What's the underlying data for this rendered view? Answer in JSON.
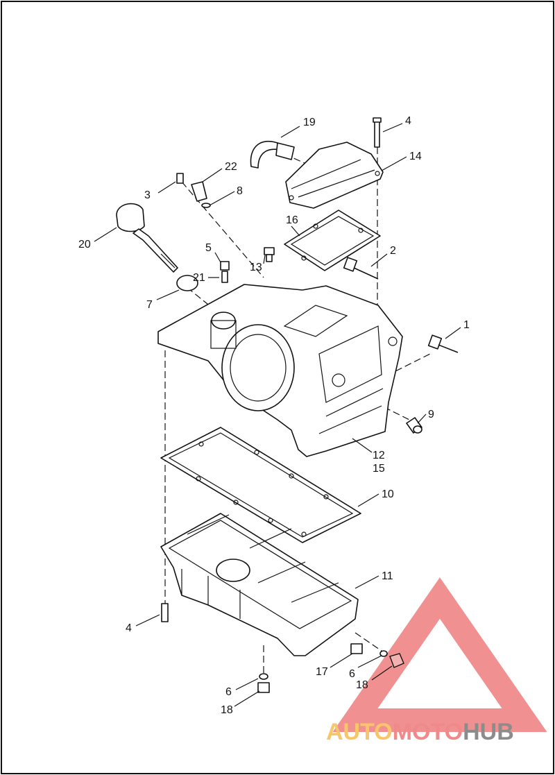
{
  "diagram": {
    "labels": [
      {
        "id": "l1",
        "text": "1"
      },
      {
        "id": "l2",
        "text": "2"
      },
      {
        "id": "l3",
        "text": "3"
      },
      {
        "id": "l4a",
        "text": "4"
      },
      {
        "id": "l4b",
        "text": "4"
      },
      {
        "id": "l5",
        "text": "5"
      },
      {
        "id": "l6a",
        "text": "6"
      },
      {
        "id": "l6b",
        "text": "6"
      },
      {
        "id": "l7",
        "text": "7"
      },
      {
        "id": "l8",
        "text": "8"
      },
      {
        "id": "l9",
        "text": "9"
      },
      {
        "id": "l10",
        "text": "10"
      },
      {
        "id": "l11",
        "text": "11"
      },
      {
        "id": "l12",
        "text": "12"
      },
      {
        "id": "l13",
        "text": "13"
      },
      {
        "id": "l14",
        "text": "14"
      },
      {
        "id": "l15",
        "text": "15"
      },
      {
        "id": "l16",
        "text": "16"
      },
      {
        "id": "l17",
        "text": "17"
      },
      {
        "id": "l18a",
        "text": "18"
      },
      {
        "id": "l18b",
        "text": "18"
      },
      {
        "id": "l19",
        "text": "19"
      },
      {
        "id": "l20",
        "text": "20"
      },
      {
        "id": "l21",
        "text": "21"
      },
      {
        "id": "l22",
        "text": "22"
      }
    ]
  },
  "watermark": {
    "part1": "AUTO",
    "part2": "MOTO",
    "part3": "HUB",
    "colors": {
      "auto": "#f7c66a",
      "moto": "#f08a8a",
      "hub": "#8c8c8c",
      "logo": "#ef7d7d"
    }
  }
}
